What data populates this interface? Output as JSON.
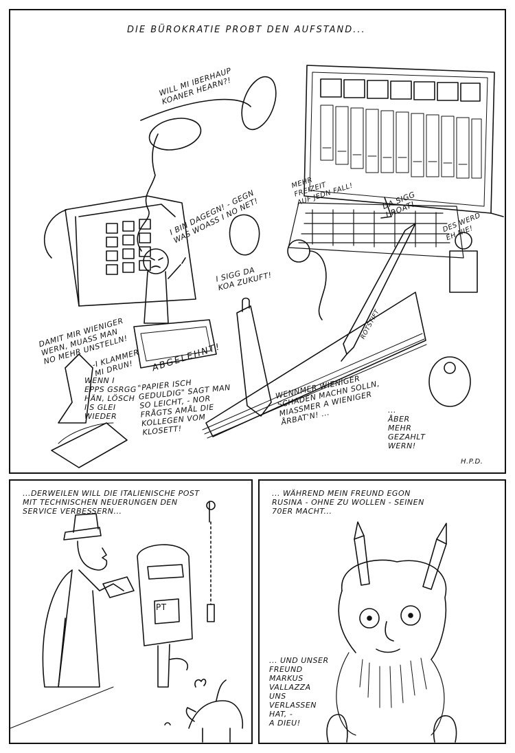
{
  "panel1": {
    "title": "DIE BÜROKRATIE PROBT DEN AUFSTAND...",
    "phone_bubble": "WILL MI IBERHAUP\nKOANER HEARN?!",
    "freizeit": "MEHR\nFREIZEIT\nAUF JEDN FALL!",
    "dagegen": "I BIN DAGEGN! - GEGN\nWAS WOASS I NO NET!",
    "sigg_roat": "DA SIGG\nI ROAT!",
    "des_werd": "DES WERD\nEH NIE!",
    "koa_zukuft": "I SIGG DA\nKOA ZUKUFT!",
    "stamp_text": "ABGELEHNT!",
    "pencil_label": "ROTSTIFT",
    "weniger_werden": "DAMIT MIR WIENIGER\nWERN, MUASS MAN\nNO MEHR UNSTELLN!",
    "klammer": "-I KLAMMER\nMI DRUN!",
    "loesch": "WENN I\nEPPS GSRGG\nHÄN, LÖSCH\nI'S GLEI\nWIEDER",
    "papier": "\"PAPIER ISCH\nGEDULDIG\" SAGT MAN\nSO LEICHT, - NOR\nFRÅGTS AMÅL DIE\nKOLLEGEN VOM\nKLOSETT!",
    "wenn_wir": "WENNMER WIENIGER\nSCHADEN MACHN SOLLN,\nMIASSMER A WIENIGER\nÅRBAT'N! ...",
    "aber_mehr": "...\nÅBER\nMEHR\nGEZAHLT\nWERN!",
    "signature": "H.P.D."
  },
  "panel2": {
    "caption": "...DERWEILEN WILL DIE ITALIENISCHE POST\nMIT TECHNISCHEN NEUERUNGEN DEN\nSERVICE VERBESSERN...",
    "mailbox_label": "PT"
  },
  "panel3": {
    "caption": "... WÄHREND MEIN FREUND EGON\nRUSINA - OHNE ZU WOLLEN - SEINEN\n70er MACHT...",
    "freund_text": "... UND UNSER\nFREUND\nMARKUS\nVALLAZZA\nUNS\nVERLASSEN\nHAT, -\nA DIEU!"
  }
}
